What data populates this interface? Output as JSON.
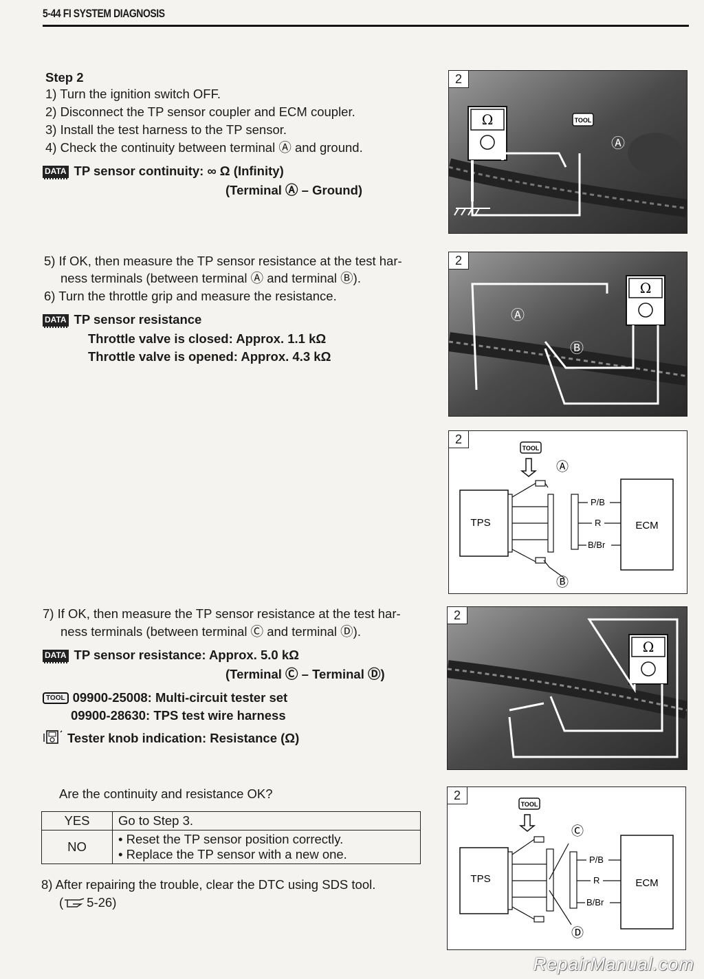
{
  "header": {
    "title": "5-44   FI SYSTEM DIAGNOSIS"
  },
  "step": {
    "title": "Step 2",
    "items": [
      "1) Turn the ignition switch OFF.",
      "2) Disconnect the TP sensor coupler and ECM coupler.",
      "3) Install the test harness to the TP sensor.",
      "4) Check the continuity between terminal Ⓐ and ground."
    ],
    "continuity_badge": "DATA",
    "continuity_spec": "TP sensor continuity: ∞ Ω (Infinity)",
    "continuity_terms": "(Terminal Ⓐ – Ground)",
    "items2": [
      "5) If OK, then measure the TP sensor resistance at the test har-",
      "ness terminals (between terminal Ⓐ and terminal Ⓑ).",
      "6) Turn the throttle grip and measure the resistance."
    ],
    "resistance_title": "TP sensor resistance",
    "resistance_closed": "Throttle valve is closed:  Approx. 1.1 kΩ",
    "resistance_opened": "Throttle valve is opened: Approx. 4.3 kΩ",
    "items3": [
      "7) If OK, then measure the TP sensor resistance at the test har-",
      "ness terminals (between terminal Ⓒ and terminal Ⓓ)."
    ],
    "resistance2_spec": "TP sensor resistance:  Approx. 5.0 kΩ",
    "resistance2_terms": "(Terminal Ⓒ – Terminal Ⓓ)",
    "tool_badge": "TOOL",
    "tool1": "09900-25008: Multi-circuit tester set",
    "tool2": "09900-28630: TPS test wire harness",
    "knob": "Tester knob indication: Resistance (Ω)",
    "question": "Are the continuity and resistance OK?",
    "table": {
      "yes_key": "YES",
      "yes_val": "Go to Step 3.",
      "no_key": "NO",
      "no_val1": "•  Reset the TP sensor position correctly.",
      "no_val2": "•  Replace the TP sensor with a new one."
    },
    "item8": "8) After repairing the trouble, clear the DTC using SDS tool.",
    "item8_ref": "5-26)"
  },
  "figures": {
    "num": "2",
    "ohm": "Ω",
    "tool": "TOOL",
    "a": "Ⓐ",
    "b": "Ⓑ",
    "c": "Ⓒ",
    "d": "Ⓓ",
    "tps": "TPS",
    "ecm": "ECM",
    "wire1": "P/B",
    "wire2": "R",
    "wire3": "B/Br"
  },
  "watermark": "RepairManual.com"
}
